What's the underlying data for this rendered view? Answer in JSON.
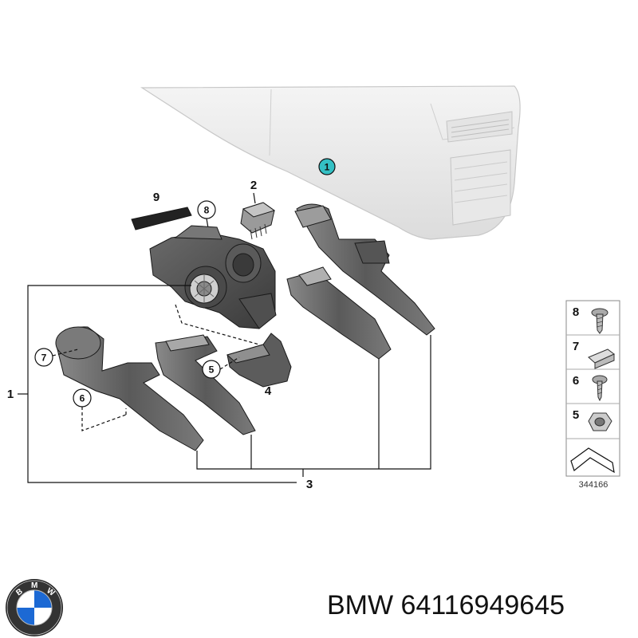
{
  "callouts": {
    "c1": "1",
    "c2": "2",
    "c3": "3",
    "c4": "4",
    "c5": "5",
    "c6": "6",
    "c7": "7",
    "c8": "8",
    "c9": "9",
    "c1_left": "1",
    "c3_bottom": "3"
  },
  "legend": {
    "items": [
      {
        "number": "8",
        "icon": "screw-icon"
      },
      {
        "number": "7",
        "icon": "clip-nut-icon"
      },
      {
        "number": "6",
        "icon": "self-tapping-screw-icon"
      },
      {
        "number": "5",
        "icon": "hex-nut-icon"
      }
    ],
    "diagram_id": "344166"
  },
  "brand": {
    "text": "BMW 64116949645",
    "logo_letters": "BMW",
    "colors": {
      "logo_blue": "#1c69d4",
      "logo_ring": "#222222",
      "callout_teal": "#34c0c4"
    }
  }
}
